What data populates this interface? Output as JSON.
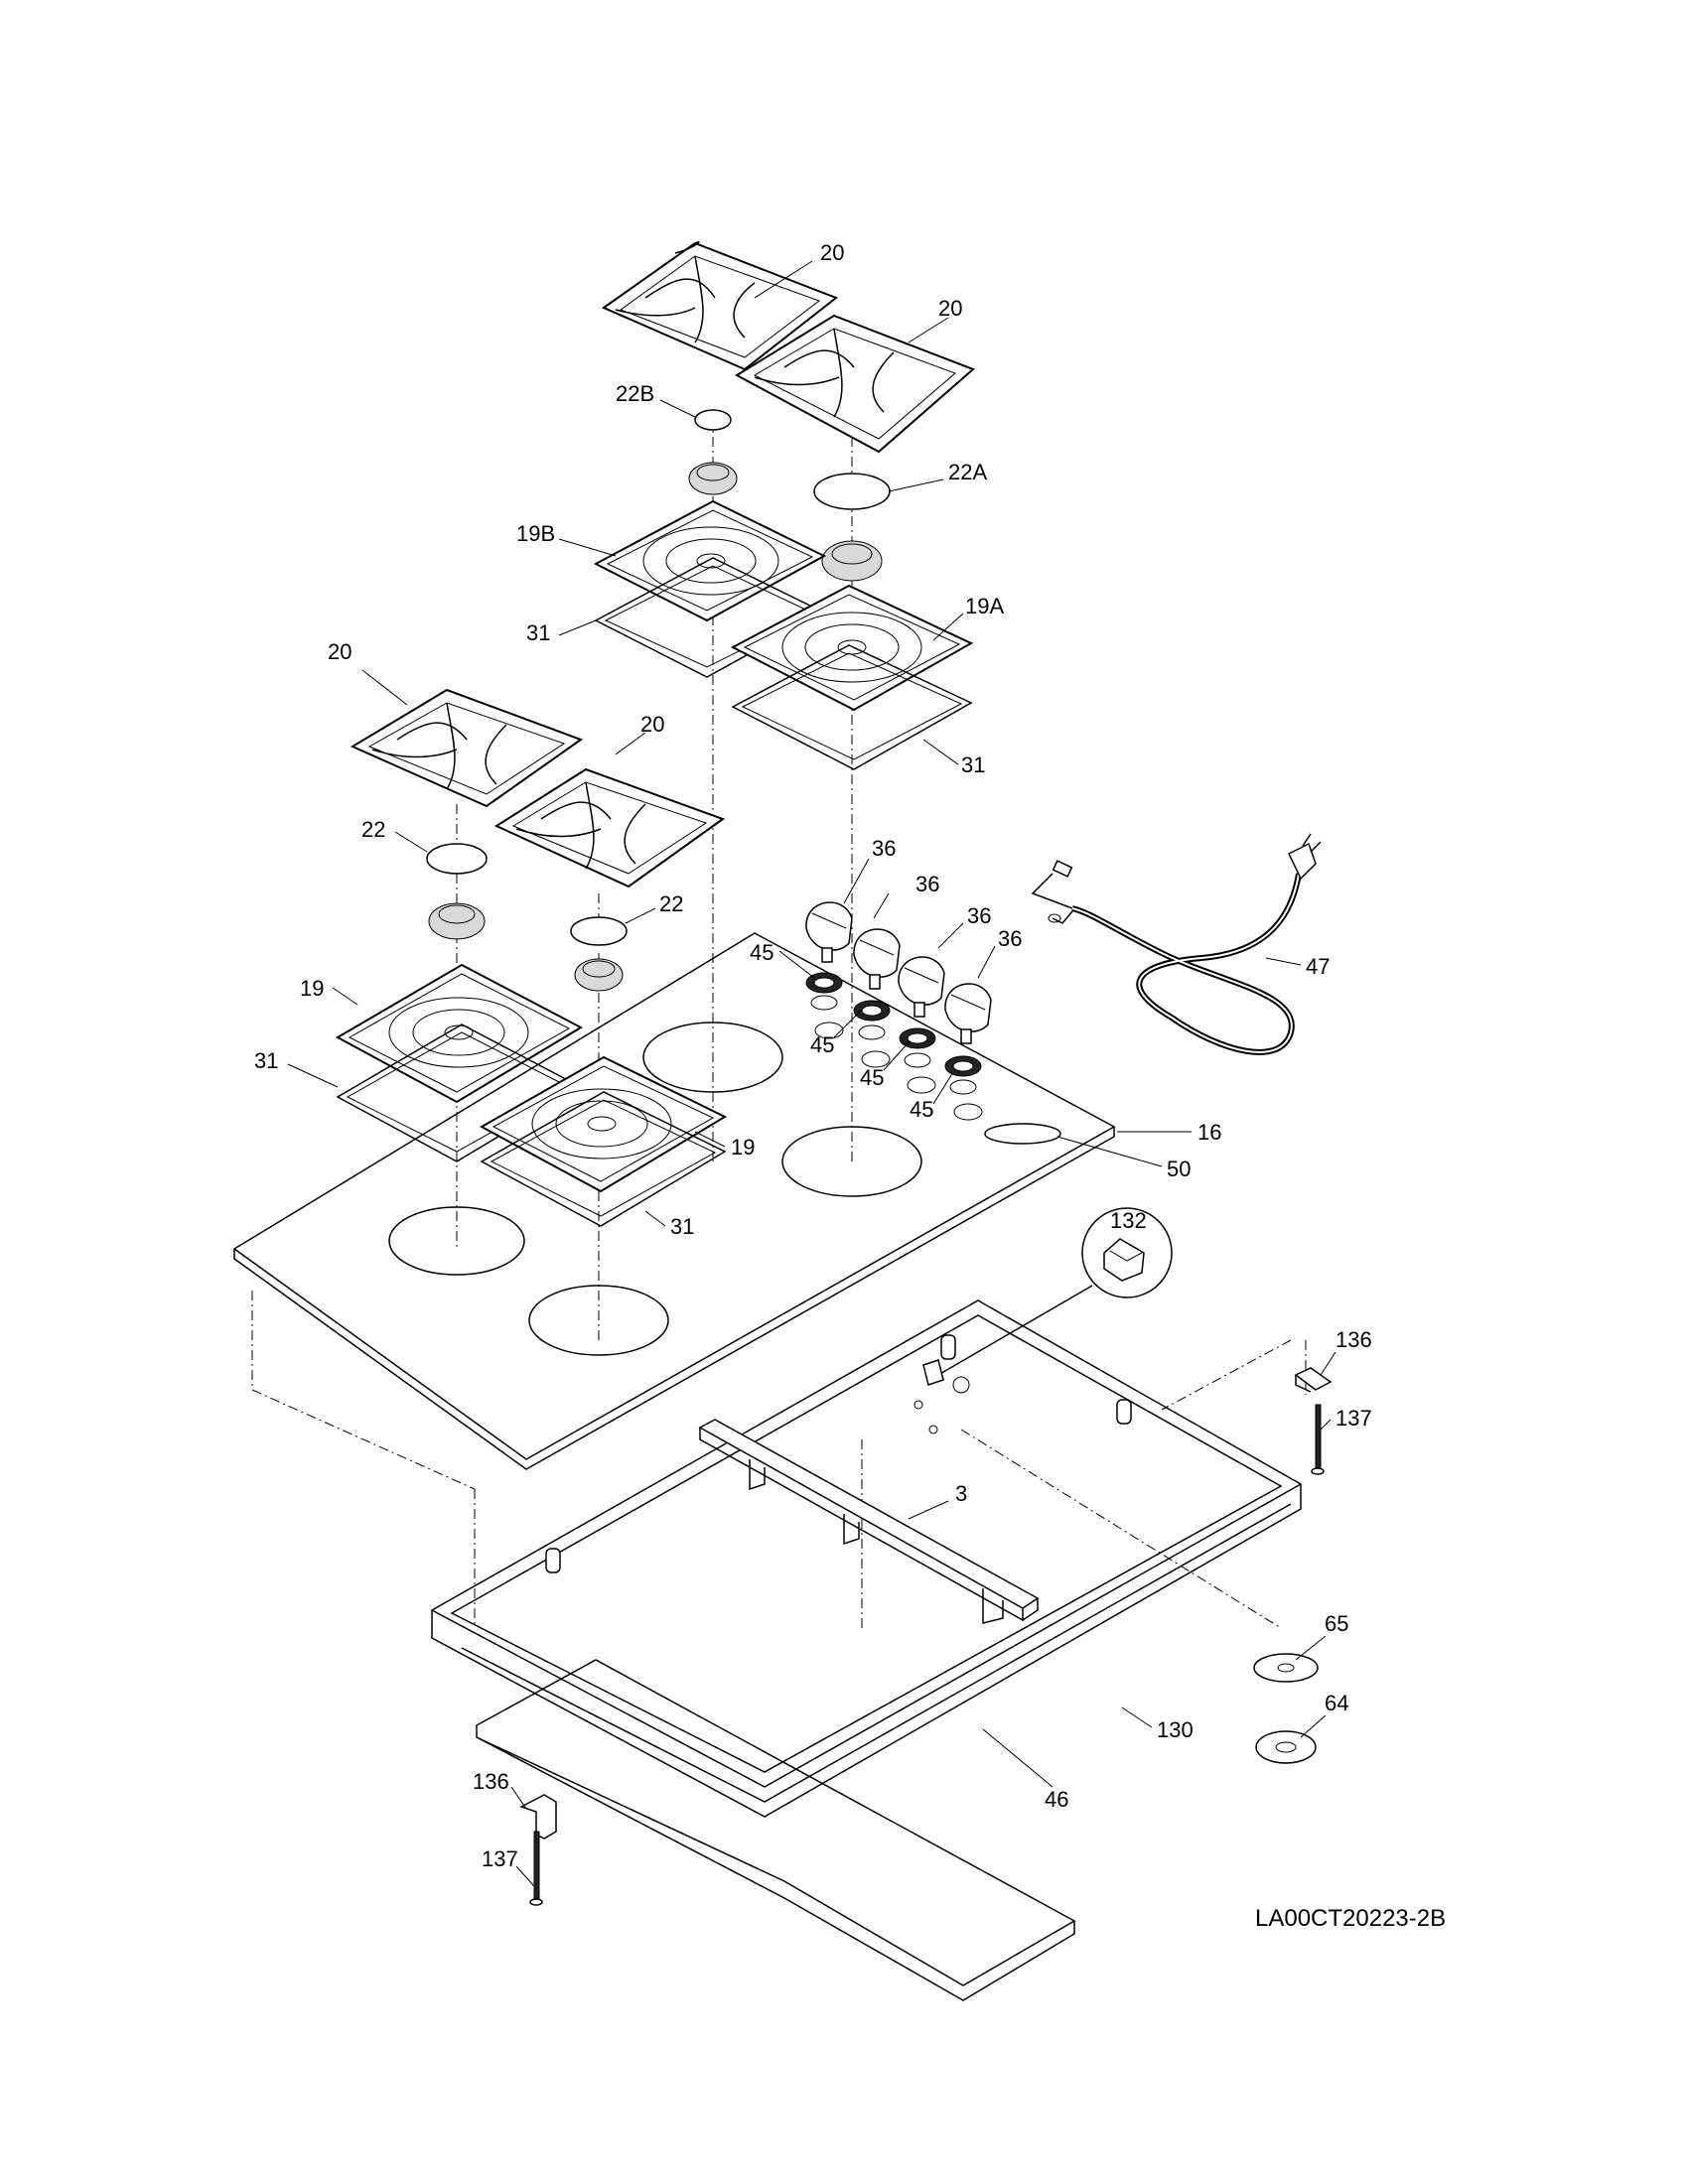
{
  "diagram": {
    "document_code": "LA00CT20223-2B",
    "callouts": {
      "grate_rear_left": "20",
      "grate_rear_right": "20",
      "grate_front_left": "20",
      "grate_front_right": "20",
      "cap_22b": "22B",
      "cap_22a": "22A",
      "cap_22_left": "22",
      "cap_22_right": "22",
      "drip_19b": "19B",
      "drip_19a": "19A",
      "drip_19_left": "19",
      "drip_19_right": "19",
      "seal_31_rear_left": "31",
      "seal_31_rear_right": "31",
      "seal_31_front_left": "31",
      "seal_31_front_right": "31",
      "knob_1": "36",
      "knob_2": "36",
      "knob_3": "36",
      "knob_4": "36",
      "bezel_1": "45",
      "bezel_2": "45",
      "bezel_3": "45",
      "bezel_4": "45",
      "power_cord": "47",
      "cooktop": "16",
      "logo_plate": "50",
      "detail_132": "132",
      "bracket_right": "136",
      "screw_right": "137",
      "support_bar": "3",
      "washer_65": "65",
      "washer_64": "64",
      "gasket_130": "130",
      "frame_46": "46",
      "bracket_left": "136",
      "screw_left": "137"
    }
  }
}
